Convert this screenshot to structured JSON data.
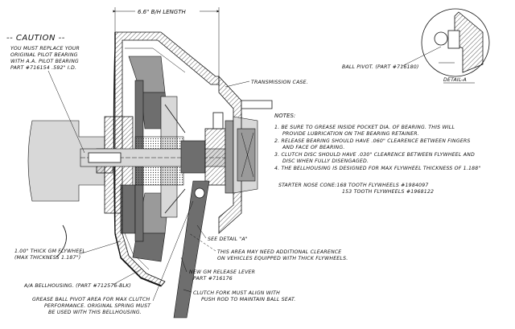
{
  "dimension_label": "6.6\" B/H LENGTH",
  "caution": {
    "title": "-- CAUTION --",
    "lines": [
      "YOU MUST REPLACE YOUR",
      "ORIGINAL PILOT BEARING",
      "WITH A.A. PILOT BEARING",
      "PART #716154 .592\" I.D."
    ]
  },
  "ball_pivot_label": "BALL PIVOT. (PART #716180)",
  "detail_a_label": "DETAIL-A",
  "transmission_case_label": "TRANSMISSION CASE.",
  "notes": {
    "title": "NOTES:",
    "items": [
      [
        "1. BE SURE TO GREASE INSIDE POCKET DIA. OF BEARING. THIS WILL",
        "PROVIDE LUBRICATION ON THE BEARING RETAINER."
      ],
      [
        "2. RELEASE BEARING SHOULD HAVE .060\" CLEARENCE BETWEEN FINGERS",
        "AND FACE OF BEARING."
      ],
      [
        "3. CLUTCH DISC SHOULD HAVE .030\" CLEARENCE BETWEEN FLYWHEEL AND",
        "DISC WHEN FULLY DISENGAGED."
      ],
      [
        "4. THE BELLHOUSING IS DESIGNED FOR MAX FLYWHEEL THICKNESS OF 1.188\""
      ]
    ]
  },
  "starter_nose": {
    "line1": "STARTER NOSE CONE:168 TOOTH FLYWHEELS #1984097",
    "line2": "153 TOOTH FLYWHEELS #1968122"
  },
  "see_detail_label": "SEE DETAIL \"A\"",
  "clearance_note": [
    "THIS AREA MAY NEED ADDITIONAL CLEARENCE",
    "ON VEHICLES EQUIPPED WITH THICK FLYWHEELS."
  ],
  "flywheel_label": [
    "1.00\" THICK GM FLYWHEEL",
    "(MAX THICKNESS 1.187\")"
  ],
  "release_lever_label": [
    "NEW GM RELEASE LEVER",
    "PART #716176"
  ],
  "bellhousing_label": "A/A BELLHOUSING. (PART #712576-BLK)",
  "clutch_fork_label": [
    "CLUTCH FORK MUST ALIGN WITH",
    "PUSH ROD TO MAINTAIN BALL SEAT."
  ],
  "grease_label": [
    "GREASE BALL PIVOT AREA FOR MAX CLUTCH",
    "PERFORMANCE. ORIGINAL SPRING MUST",
    "BE USED WITH THIS BELLHOUSING."
  ]
}
